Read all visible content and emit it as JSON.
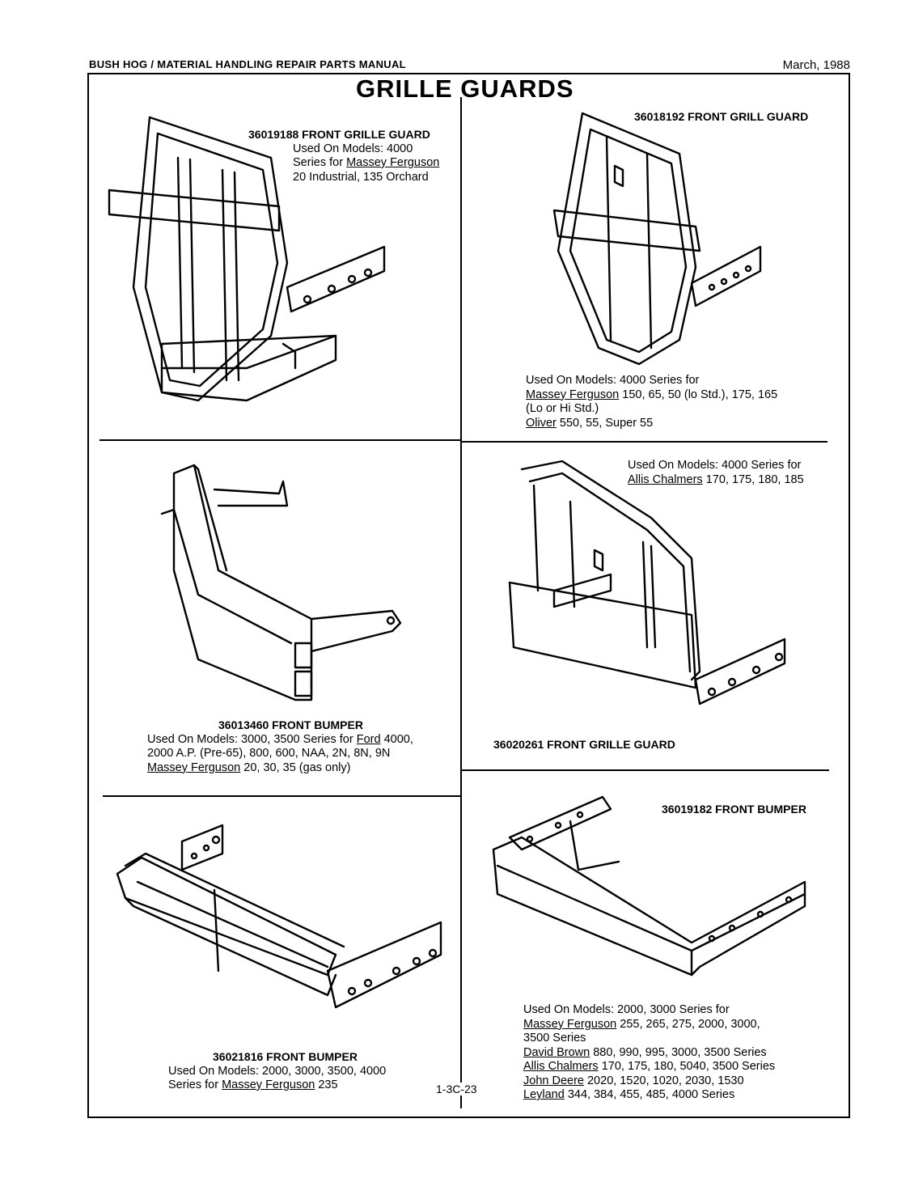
{
  "header": {
    "manual_title": "BUSH HOG / MATERIAL HANDLING REPAIR PARTS MANUAL",
    "date": "March, 1988",
    "page_title": "GRILLE GUARDS"
  },
  "parts": [
    {
      "part_no": "36019188 FRONT GRILLE GUARD",
      "lines": [
        {
          "text": "Used On Models:  4000"
        },
        {
          "brand": "Massey Ferguson",
          "prefix": "Series for ",
          "text": ""
        },
        {
          "text": "20 Industrial, 135 Orchard"
        }
      ]
    },
    {
      "part_no": "36018192 FRONT GRILL GUARD",
      "lines": [
        {
          "text": "Used On Models:  4000 Series for"
        },
        {
          "brand": "Massey Ferguson",
          "text": " 150, 65, 50 (lo Std.), 175, 165"
        },
        {
          "text": "(Lo or Hi Std.)"
        },
        {
          "brand": "Oliver",
          "text": " 550, 55, Super 55"
        }
      ]
    },
    {
      "part_no": "36013460 FRONT BUMPER",
      "lines": [
        {
          "prefix": "Used On Models:  3000, 3500 Series for ",
          "brand": "Ford",
          "text": " 4000,"
        },
        {
          "text": "2000 A.P. (Pre-65), 800, 600, NAA, 2N, 8N, 9N"
        },
        {
          "brand": "Massey Ferguson",
          "text": " 20, 30, 35 (gas only)"
        }
      ]
    },
    {
      "part_no": "36020261 FRONT GRILLE GUARD",
      "lines": [
        {
          "text": "Used On Models:  4000 Series for"
        },
        {
          "brand": "Allis Chalmers",
          "text": " 170, 175, 180, 185"
        }
      ]
    },
    {
      "part_no": "36021816 FRONT BUMPER",
      "lines": [
        {
          "text": "Used On Models:  2000, 3000, 3500, 4000"
        },
        {
          "prefix": "Series for ",
          "brand": "Massey Ferguson",
          "text": " 235"
        }
      ]
    },
    {
      "part_no": "36019182 FRONT BUMPER",
      "lines": [
        {
          "text": "Used On Models:  2000, 3000 Series for"
        },
        {
          "brand": "Massey Ferguson",
          "text": " 255, 265, 275, 2000, 3000,"
        },
        {
          "text": "3500 Series"
        },
        {
          "brand": "David Brown",
          "text": " 880, 990, 995, 3000, 3500 Series"
        },
        {
          "brand": "Allis Chalmers",
          "text": " 170, 175, 180, 5040, 3500 Series"
        },
        {
          "brand": "John Deere",
          "text": " 2020, 1520, 1020, 2030, 1530"
        },
        {
          "brand": "Leyland",
          "text": " 344, 384, 455, 485, 4000 Series"
        }
      ]
    }
  ],
  "footer": {
    "page_number": "1-3C-23"
  }
}
